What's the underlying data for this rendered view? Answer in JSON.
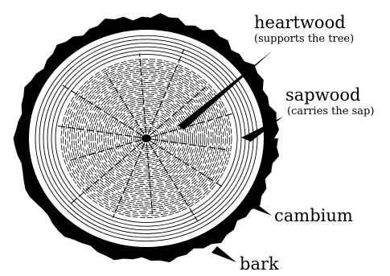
{
  "labels": {
    "heartwood": "heartwood",
    "heartwood_desc": "(supports the tree)",
    "sapwood": "sapwood",
    "sapwood_desc": "(carries the sap)",
    "cambium": "cambium",
    "bark": "bark"
  },
  "colors": {
    "ink": "#000000",
    "wood": "#ffffff"
  }
}
